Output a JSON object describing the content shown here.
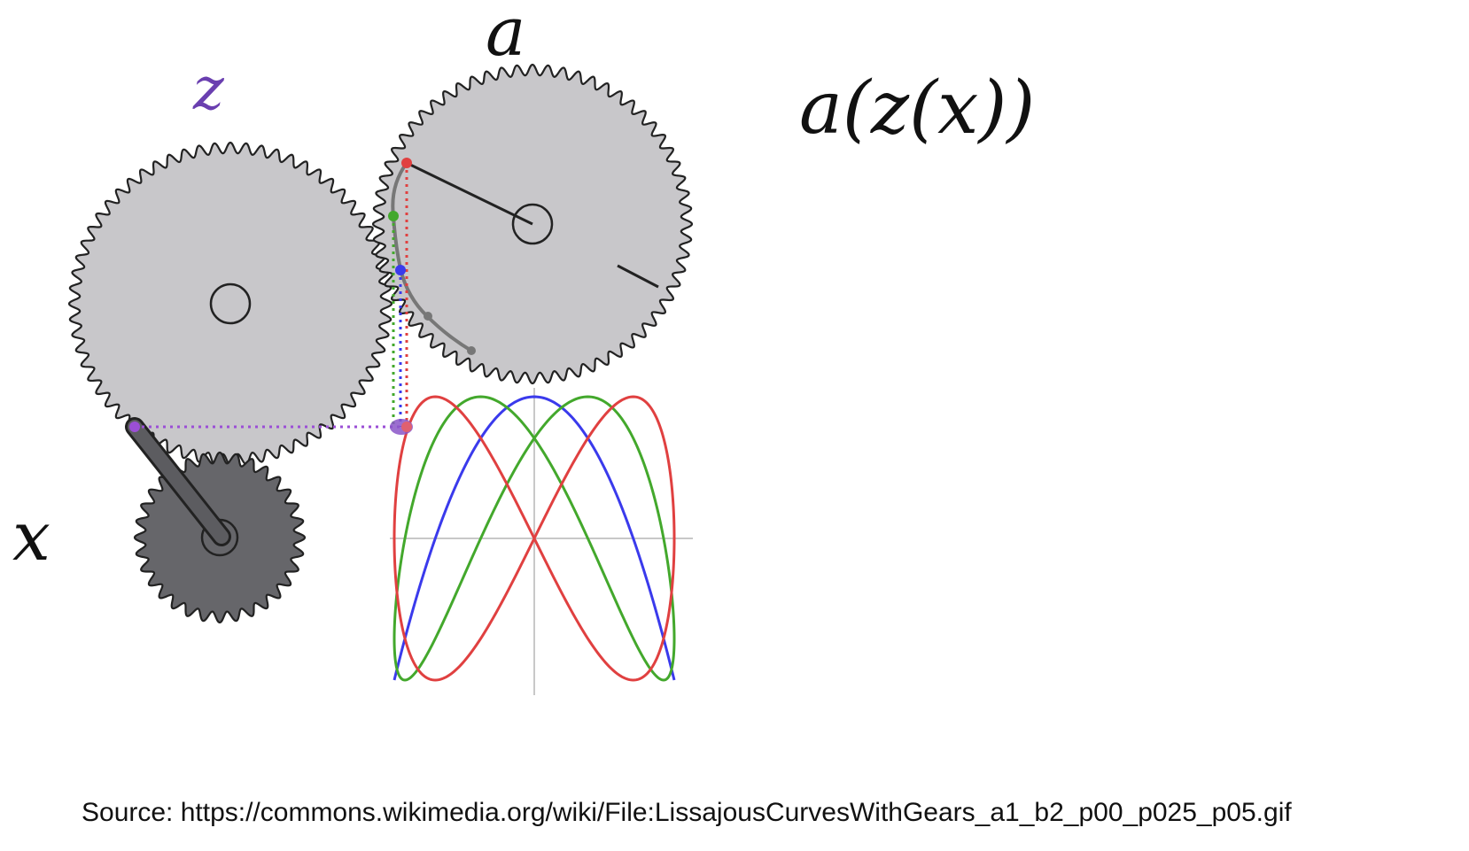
{
  "labels": {
    "gear_a": "a",
    "gear_z": "z",
    "gear_x": "x"
  },
  "formula": "a(z(x))",
  "source": "Source: https://commons.wikimedia.org/wiki/File:LissajousCurvesWithGears_a1_b2_p00_p025_p05.gif",
  "colors": {
    "gear_fill": "#c8c7ca",
    "gear_small_fill": "#66666a",
    "gear_outline": "#222222",
    "label_z": "#6a3fb0",
    "marker_z": "#9b4fd6",
    "curve_red": "#e04040",
    "curve_green": "#43a82c",
    "curve_blue": "#3a3aec",
    "axis": "#c8c8c8"
  },
  "gears": [
    {
      "name": "a",
      "teeth": 64,
      "fill": "gear_fill"
    },
    {
      "name": "z",
      "teeth": 64,
      "fill": "gear_fill"
    },
    {
      "name": "x",
      "teeth": 32,
      "fill": "gear_small_fill"
    }
  ],
  "curves": [
    {
      "color": "curve_blue",
      "phase": 0
    },
    {
      "color": "curve_green",
      "phase": 0.25
    },
    {
      "color": "curve_red",
      "phase": 0.5
    }
  ]
}
